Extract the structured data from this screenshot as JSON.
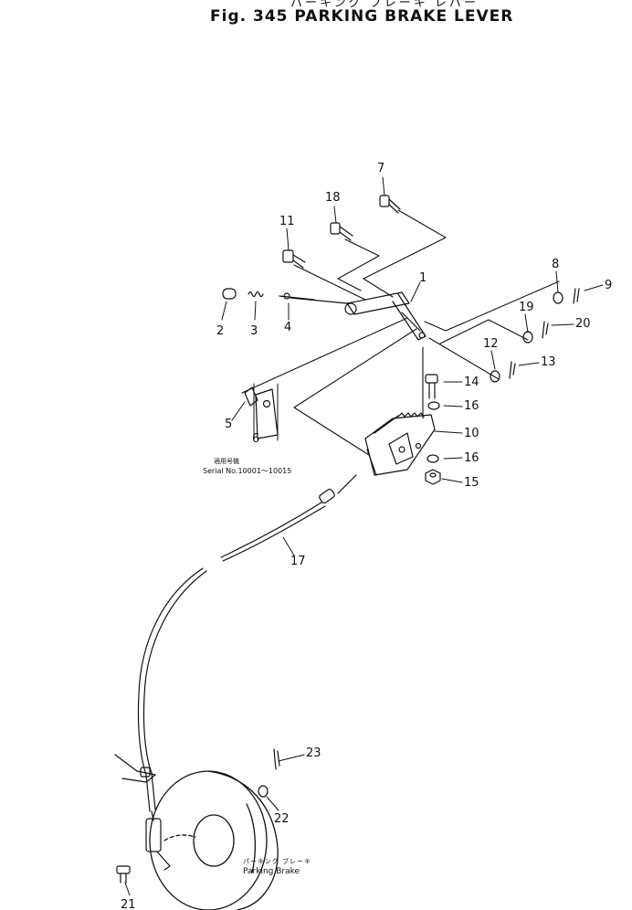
{
  "header": {
    "title_jp": "パーキング ブレーキ レバー",
    "title": "Fig. 345  PARKING BRAKE LEVER"
  },
  "serial_note": {
    "label_jp": "適用号機",
    "text": "Serial No.10001～10015"
  },
  "brake_label": {
    "label_jp": "パーキング ブレーキ",
    "text": "Parking Brake"
  },
  "callouts": [
    {
      "id": "c1",
      "text": "1"
    },
    {
      "id": "c2",
      "text": "2"
    },
    {
      "id": "c3",
      "text": "3"
    },
    {
      "id": "c4",
      "text": "4"
    },
    {
      "id": "c5",
      "text": "5"
    },
    {
      "id": "c6",
      "text": "6"
    },
    {
      "id": "c7",
      "text": "7"
    },
    {
      "id": "c8",
      "text": "8"
    },
    {
      "id": "c9",
      "text": "9"
    },
    {
      "id": "c10",
      "text": "10"
    },
    {
      "id": "c11",
      "text": "11"
    },
    {
      "id": "c12",
      "text": "12"
    },
    {
      "id": "c13",
      "text": "13"
    },
    {
      "id": "c14",
      "text": "14"
    },
    {
      "id": "c15",
      "text": "15"
    },
    {
      "id": "c16a",
      "text": "16"
    },
    {
      "id": "c16b",
      "text": "16"
    },
    {
      "id": "c17",
      "text": "17"
    },
    {
      "id": "c18",
      "text": "18"
    },
    {
      "id": "c19",
      "text": "19"
    },
    {
      "id": "c20",
      "text": "20"
    },
    {
      "id": "c21",
      "text": "21"
    },
    {
      "id": "c22",
      "text": "22"
    },
    {
      "id": "c23",
      "text": "23"
    }
  ]
}
